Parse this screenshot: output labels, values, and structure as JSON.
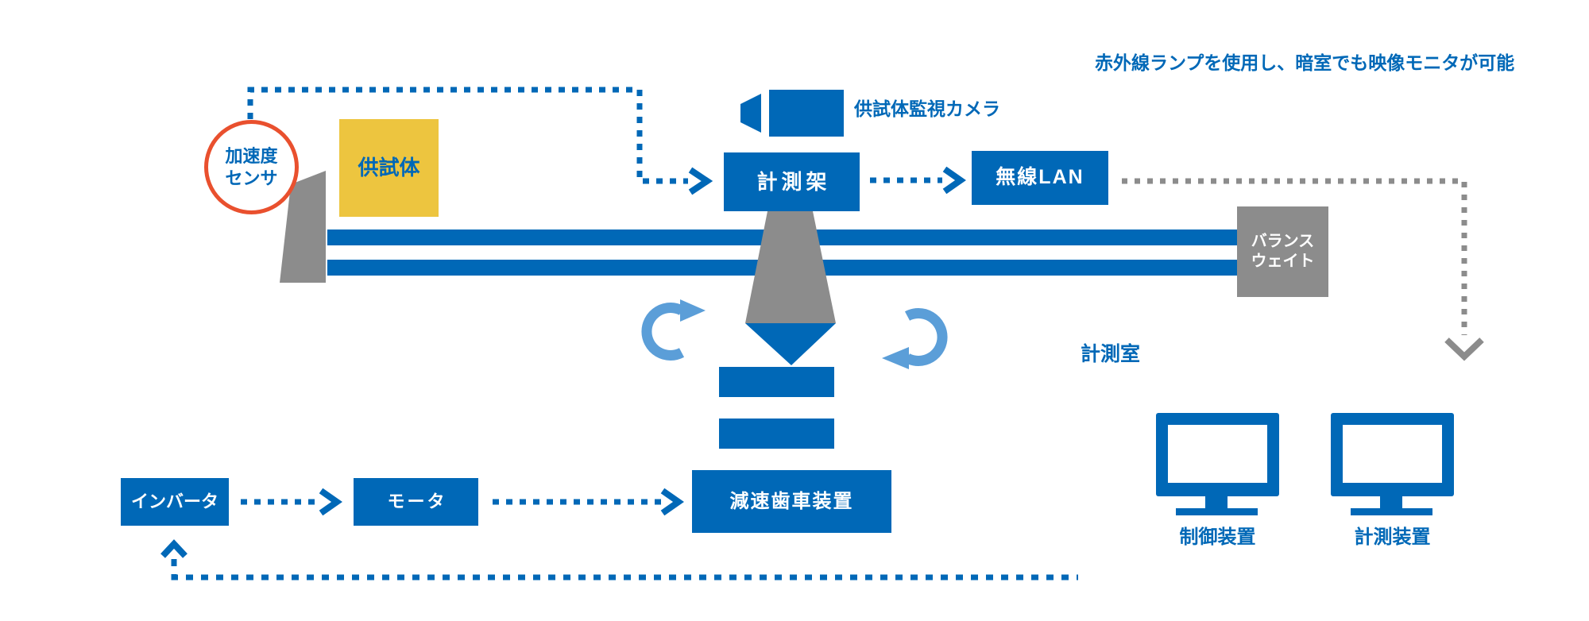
{
  "note": "赤外線ランプを使用し、暗室でも映像モニタが可能",
  "sensor": {
    "line1": "加速度",
    "line2": "センサ"
  },
  "specimen": "供試体",
  "camera_label": "供試体監視カメラ",
  "rack": "計測架",
  "wlan": "無線LAN",
  "balance": {
    "line1": "バランス",
    "line2": "ウェイト"
  },
  "room": "計測室",
  "inverter": "インバータ",
  "motor": "モータ",
  "gear": "減速歯車装置",
  "monitors": {
    "control": "制御装置",
    "measure": "計測装置"
  },
  "colors": {
    "blue": "#0068B7",
    "light_blue": "#5B9ED8",
    "yellow": "#EDC53F",
    "gray": "#8C8C8C",
    "red": "#E9502E"
  }
}
